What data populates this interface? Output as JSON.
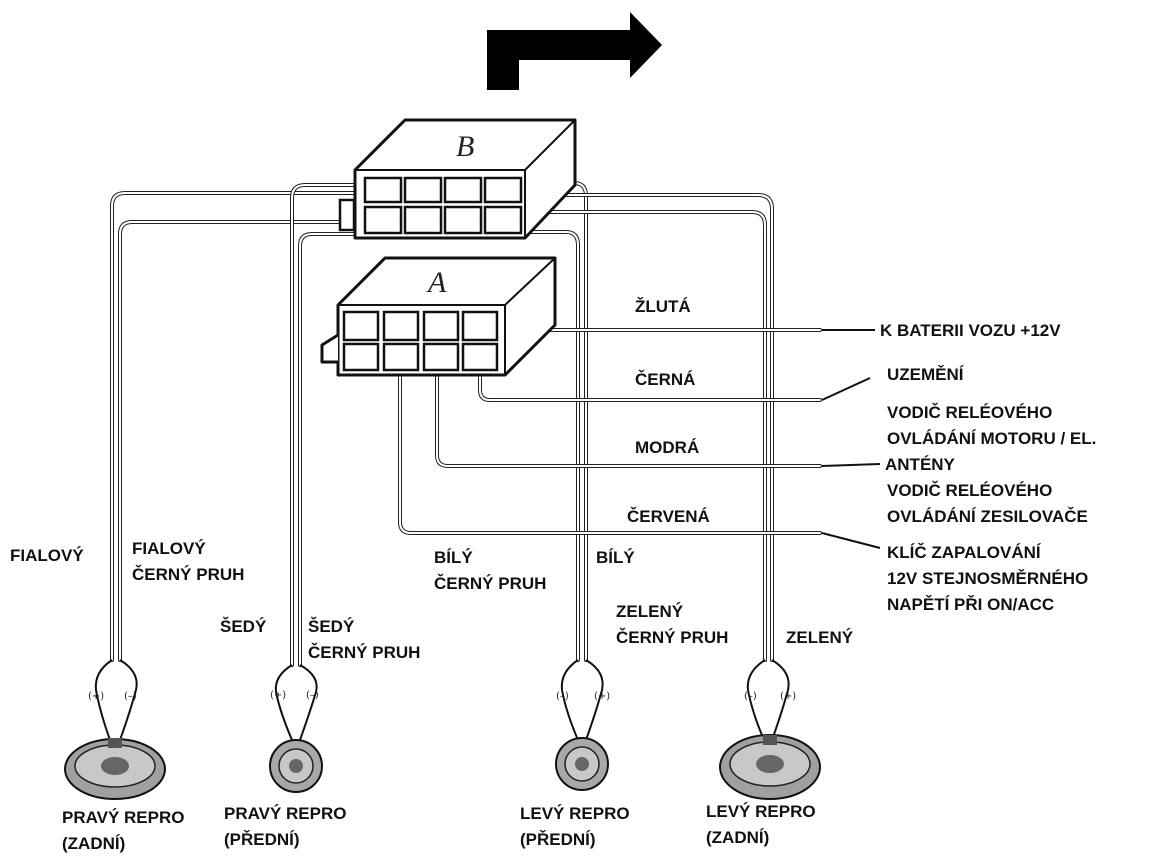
{
  "connectors": {
    "b": "B",
    "a": "A"
  },
  "colors": {
    "ink": "#111111",
    "arrow": "#000000",
    "speaker_body": "#9a9a9a"
  },
  "wires_a": {
    "yellow": "ŽLUTÁ",
    "black": "ČERNÁ",
    "blue": "MODRÁ",
    "red": "ČERVENÁ"
  },
  "functions": {
    "battery": "K BATERII VOZU +12V",
    "ground": "UZEMĚNÍ",
    "antenna": [
      "VODIČ RELÉOVÉHO",
      "OVLÁDÁNÍ MOTORU / EL.",
      "ANTÉNY"
    ],
    "amplifier": [
      "VODIČ RELÉOVÉHO",
      "OVLÁDÁNÍ ZESILOVAČE"
    ],
    "ignition": [
      "KLÍČ ZAPALOVÁNÍ",
      "12V STEJNOSMĚRNÉHO",
      "NAPĚTÍ PŘI ON/ACC"
    ]
  },
  "wires_b": {
    "violet": "FIALOVÝ",
    "violet_black": [
      "FIALOVÝ",
      "ČERNÝ PRUH"
    ],
    "grey": "ŠEDÝ",
    "grey_black": [
      "ŠEDÝ",
      "ČERNÝ PRUH"
    ],
    "white_black": [
      "BÍLÝ",
      "ČERNÝ PRUH"
    ],
    "white": "BÍLÝ",
    "green_black": [
      "ZELENÝ",
      "ČERNÝ PRUH"
    ],
    "green": "ZELENÝ"
  },
  "polarity": {
    "plus": "(+)",
    "minus": "(–)"
  },
  "speakers": {
    "right_rear": [
      "PRAVÝ REPRO",
      "(ZADNÍ)"
    ],
    "right_front": [
      "PRAVÝ REPRO",
      "(PŘEDNÍ)"
    ],
    "left_front": [
      "LEVÝ REPRO",
      "(PŘEDNÍ)"
    ],
    "left_rear": [
      "LEVÝ REPRO",
      "(ZADNÍ)"
    ]
  }
}
